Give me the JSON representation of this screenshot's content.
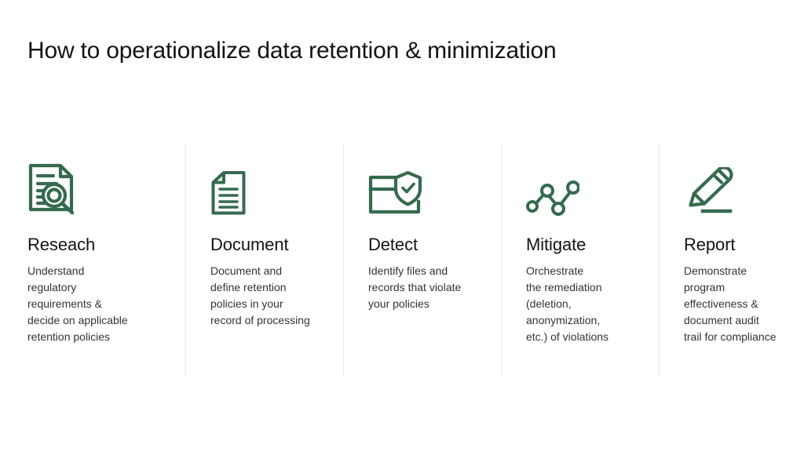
{
  "slide": {
    "title": "How to operationalize data retention & minimization",
    "background_color": "#ffffff",
    "accent_color": "#356b4d",
    "title_color": "#141414",
    "body_color": "#333333",
    "divider_color": "#e9e9e9"
  },
  "columns": [
    {
      "icon": "document-search-icon",
      "heading": "Reseach",
      "body": "Understand\nregulatory\nrequirements &\ndecide on applicable\nretention policies"
    },
    {
      "icon": "document-lines-icon",
      "heading": "Document",
      "body": "Document and\ndefine retention\npolicies in your\nrecord of processing"
    },
    {
      "icon": "folder-shield-check-icon",
      "heading": "Detect",
      "body": "Identify files and\nrecords that violate\nyour policies"
    },
    {
      "icon": "node-graph-icon",
      "heading": "Mitigate",
      "body": "Orchestrate\nthe remediation\n(deletion,\nanonymization,\n etc.) of violations"
    },
    {
      "icon": "pencil-icon",
      "heading": "Report",
      "body": "Demonstrate\nprogram\neffectiveness &\ndocument audit\ntrail for compliance"
    }
  ]
}
